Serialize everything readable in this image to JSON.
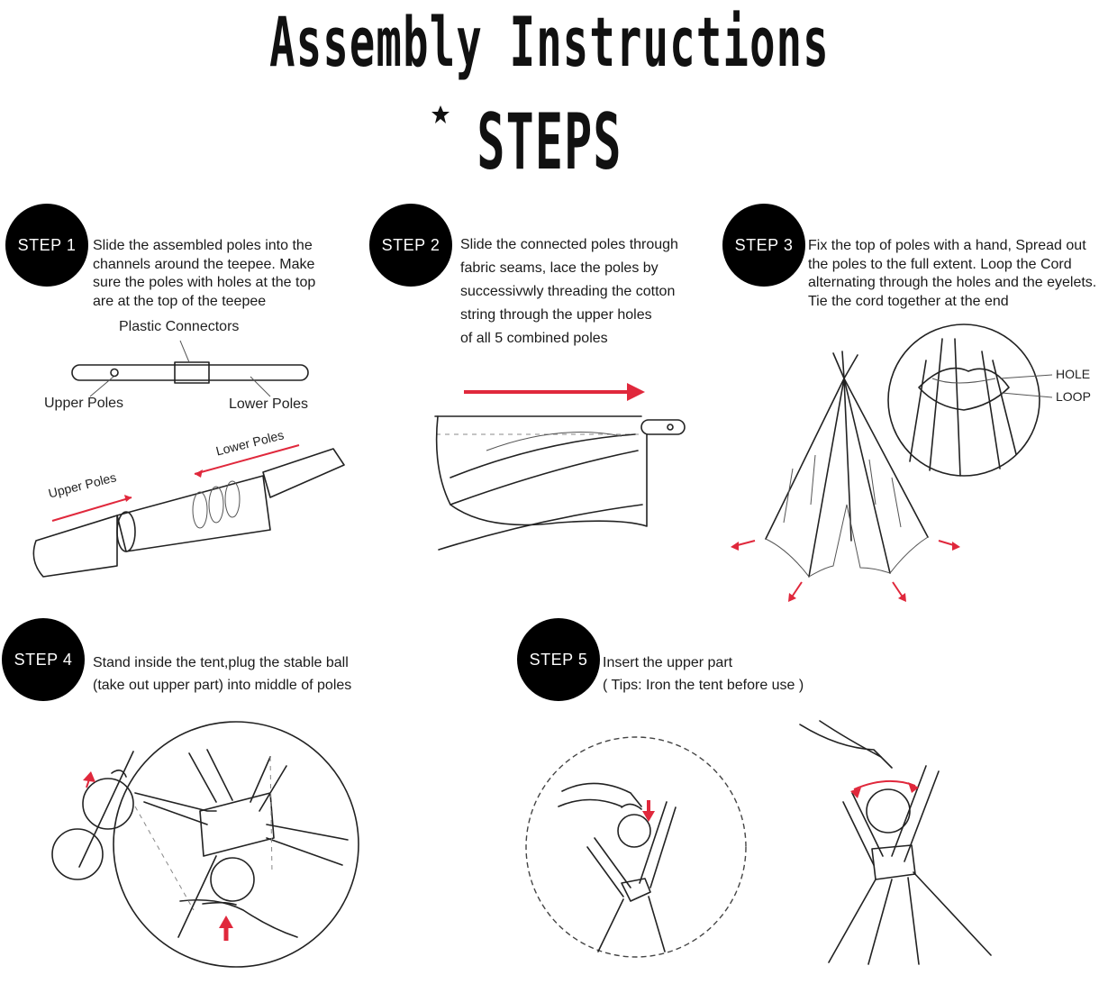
{
  "header": {
    "title": "Assembly Instructions",
    "subtitle": "STEPS"
  },
  "icons": {
    "star": "star-icon",
    "arrow": "arrow-icon"
  },
  "colors": {
    "badge": "#000000",
    "accent_red": "#e0283c",
    "ink": "#1a1a1a"
  },
  "steps": [
    {
      "badge": "STEP 1",
      "lines": [
        "Slide the assembled poles into the",
        "channels around the teepee. Make",
        "sure the poles with holes at the top",
        "are at the top of the teepee"
      ],
      "labels": {
        "connectors": "Plastic Connectors",
        "upper": "Upper Poles",
        "lower": "Lower Poles",
        "upper_diag": "Upper Poles",
        "lower_diag": "Lower Poles"
      }
    },
    {
      "badge": "STEP 2",
      "lines": [
        "Slide the connected poles through",
        "fabric seams, lace the poles by",
        "successivwly threading the cotton",
        "string through the upper holes",
        "of all 5 combined poles"
      ]
    },
    {
      "badge": "STEP 3",
      "lines": [
        "Fix the top of poles with a hand, Spread out",
        "the poles to the full extent. Loop the Cord",
        "alternating through the holes and the eyelets.",
        "Tie the cord together at the end"
      ],
      "labels": {
        "hole": "HOLE",
        "loop": "LOOP"
      }
    },
    {
      "badge": "STEP 4",
      "lines": [
        "Stand inside the tent,plug the stable ball",
        "(take out upper part) into middle of poles"
      ]
    },
    {
      "badge": "STEP 5",
      "lines": [
        "Insert the upper part",
        "( Tips: Iron the tent before use )"
      ]
    }
  ]
}
